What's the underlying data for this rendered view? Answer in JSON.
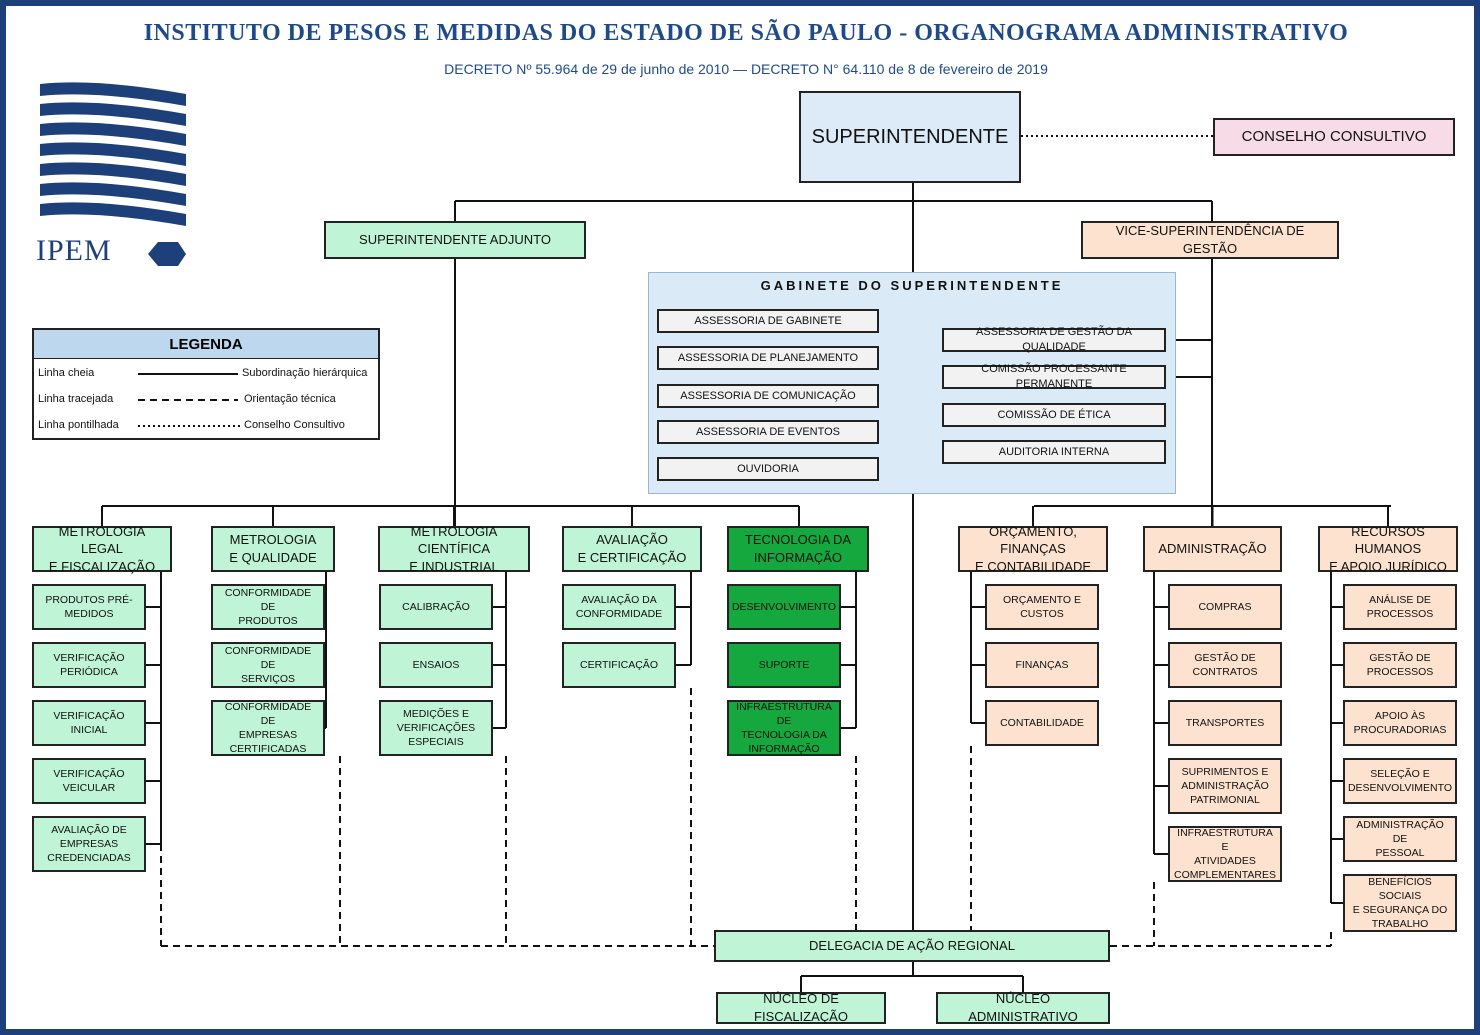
{
  "header": {
    "title": "INSTITUTO DE PESOS E MEDIDAS DO ESTADO DE SÃO PAULO - ORGANOGRAMA ADMINISTRATIVO",
    "subtitle": "DECRETO Nº 55.964 de 29 de junho de 2010   —   DECRETO N° 64.110 de 8 de fevereiro de 2019"
  },
  "logo": {
    "text": "IPEM",
    "color": "#1d3f7a"
  },
  "legend": {
    "title": "LEGENDA",
    "rows": [
      {
        "label": "Linha cheia",
        "desc": "Subordinação hierárquica"
      },
      {
        "label": "Linha tracejada",
        "desc": "Orientação técnica"
      },
      {
        "label": "Linha pontilhada",
        "desc": "Conselho Consultivo"
      }
    ]
  },
  "top": {
    "superintendente": "SUPERINTENDENTE",
    "conselho": "CONSELHO CONSULTIVO",
    "adjunto": "SUPERINTENDENTE ADJUNTO",
    "vice": "VICE-SUPERINTENDÊNCIA DE GESTÃO"
  },
  "gabinete": {
    "title": "GABINETE   DO   SUPERINTENDENTE",
    "left": [
      "ASSESSORIA DE GABINETE",
      "ASSESSORIA DE PLANEJAMENTO",
      "ASSESSORIA DE COMUNICAÇÃO",
      "ASSESSORIA DE EVENTOS",
      "OUVIDORIA"
    ],
    "right": [
      "ASSESSORIA DE GESTÃO DA QUALIDADE",
      "COMISSÃO PROCESSANTE PERMANENTE",
      "COMISSÃO DE ÉTICA",
      "AUDITORIA INTERNA"
    ]
  },
  "divisions": [
    {
      "lines": [
        "METROLOGIA LEGAL",
        "E FISCALIZAÇÃO"
      ],
      "subs": [
        [
          "PRODUTOS  PRÉ-",
          "MEDIDOS"
        ],
        [
          "VERIFICAÇÃO",
          "PERIÓDICA"
        ],
        [
          "VERIFICAÇÃO INICIAL"
        ],
        [
          "VERIFICAÇÃO",
          "VEICULAR"
        ],
        [
          "AVALIAÇÃO DE",
          "EMPRESAS",
          "CREDENCIADAS"
        ]
      ]
    },
    {
      "lines": [
        "METROLOGIA",
        "E QUALIDADE"
      ],
      "subs": [
        [
          "CONFORMIDADE DE",
          "PRODUTOS"
        ],
        [
          "CONFORMIDADE DE",
          "SERVIÇOS"
        ],
        [
          "CONFORMIDADE DE",
          "EMPRESAS",
          "CERTIFICADAS"
        ]
      ]
    },
    {
      "lines": [
        "METROLOGIA CIENTÍFICA",
        "E INDUSTRIAL"
      ],
      "subs": [
        [
          "CALIBRAÇÃO"
        ],
        [
          "ENSAIOS"
        ],
        [
          "MEDIÇÕES E",
          "VERIFICAÇÕES",
          "ESPECIAIS"
        ]
      ]
    },
    {
      "lines": [
        "AVALIAÇÃO",
        "E CERTIFICAÇÃO"
      ],
      "subs": [
        [
          "AVALIAÇÃO DA",
          "CONFORMIDADE"
        ],
        [
          "CERTIFICAÇÃO"
        ]
      ]
    },
    {
      "lines": [
        "TECNOLOGIA DA",
        "INFORMAÇÃO"
      ],
      "subs": [
        [
          "DESENVOLVIMENTO"
        ],
        [
          "SUPORTE"
        ],
        [
          "INFRAESTRUTURA DE",
          "TECNOLOGIA DA",
          "INFORMAÇÃO"
        ]
      ]
    },
    {
      "lines": [
        "ORÇAMENTO, FINANÇAS",
        "E CONTABILIDADE"
      ],
      "subs": [
        [
          "ORÇAMENTO E",
          "CUSTOS"
        ],
        [
          "FINANÇAS"
        ],
        [
          "CONTABILIDADE"
        ]
      ]
    },
    {
      "lines": [
        "ADMINISTRAÇÃO"
      ],
      "subs": [
        [
          "COMPRAS"
        ],
        [
          "GESTÃO DE",
          "CONTRATOS"
        ],
        [
          "TRANSPORTES"
        ],
        [
          "SUPRIMENTOS E",
          "ADMINISTRAÇÃO",
          "PATRIMONIAL"
        ],
        [
          "INFRAESTRUTURA E",
          "ATIVIDADES",
          "COMPLEMENTARES"
        ]
      ]
    },
    {
      "lines": [
        "RECURSOS HUMANOS",
        "E APOIO JURÍDICO"
      ],
      "subs": [
        [
          "ANÁLISE DE",
          "PROCESSOS"
        ],
        [
          "GESTÃO DE",
          "PROCESSOS"
        ],
        [
          "APOIO ÀS",
          "PROCURADORIAS"
        ],
        [
          "SELEÇÃO E",
          "DESENVOLVIMENTO"
        ],
        [
          "ADMINISTRAÇÃO DE",
          "PESSOAL"
        ],
        [
          "BENEFÍCIOS  SOCIAIS",
          "E SEGURANÇA DO",
          "TRABALHO"
        ]
      ]
    }
  ],
  "regional": {
    "delegacia": "DELEGACIA DE AÇÃO REGIONAL",
    "nucleos": [
      "NÚCLEO DE FISCALIZAÇÃO",
      "NÚCLEO ADMINISTRATIVO"
    ]
  },
  "colors": {
    "green": "#bff5d6",
    "dark_green": "#14a83e",
    "peach": "#fde3cf",
    "blue": "#dcebf7",
    "pink": "#f7dbe6",
    "border": "#1d3f7a"
  }
}
